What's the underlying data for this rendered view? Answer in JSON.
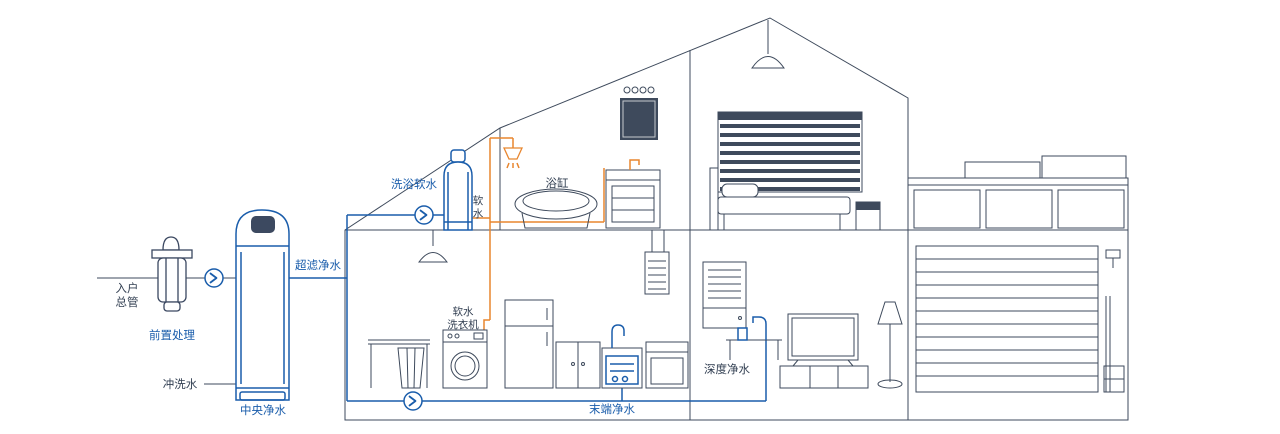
{
  "colors": {
    "structure_line": "#3e4a5c",
    "pipe_blue": "#1a5dab",
    "pipe_orange": "#e8862f",
    "label_blue": "#1a5dab",
    "label_dark": "#323f52",
    "background": "#ffffff"
  },
  "labels": {
    "inlet": {
      "line1": "入户",
      "line2": "总管"
    },
    "pre_treatment": "前置处理",
    "flush_water": "冲洗水",
    "central_purifier": "中央净水",
    "ultrafiltration": "超滤净水",
    "bath_soft_water": "洗浴软水",
    "soft_water": {
      "char1": "软",
      "char2": "水"
    },
    "bathtub": "浴缸",
    "soft_washer": {
      "line1": "软水",
      "line2": "洗衣机"
    },
    "terminal_purifier": "末端净水",
    "deep_purifier": "深度净水"
  }
}
